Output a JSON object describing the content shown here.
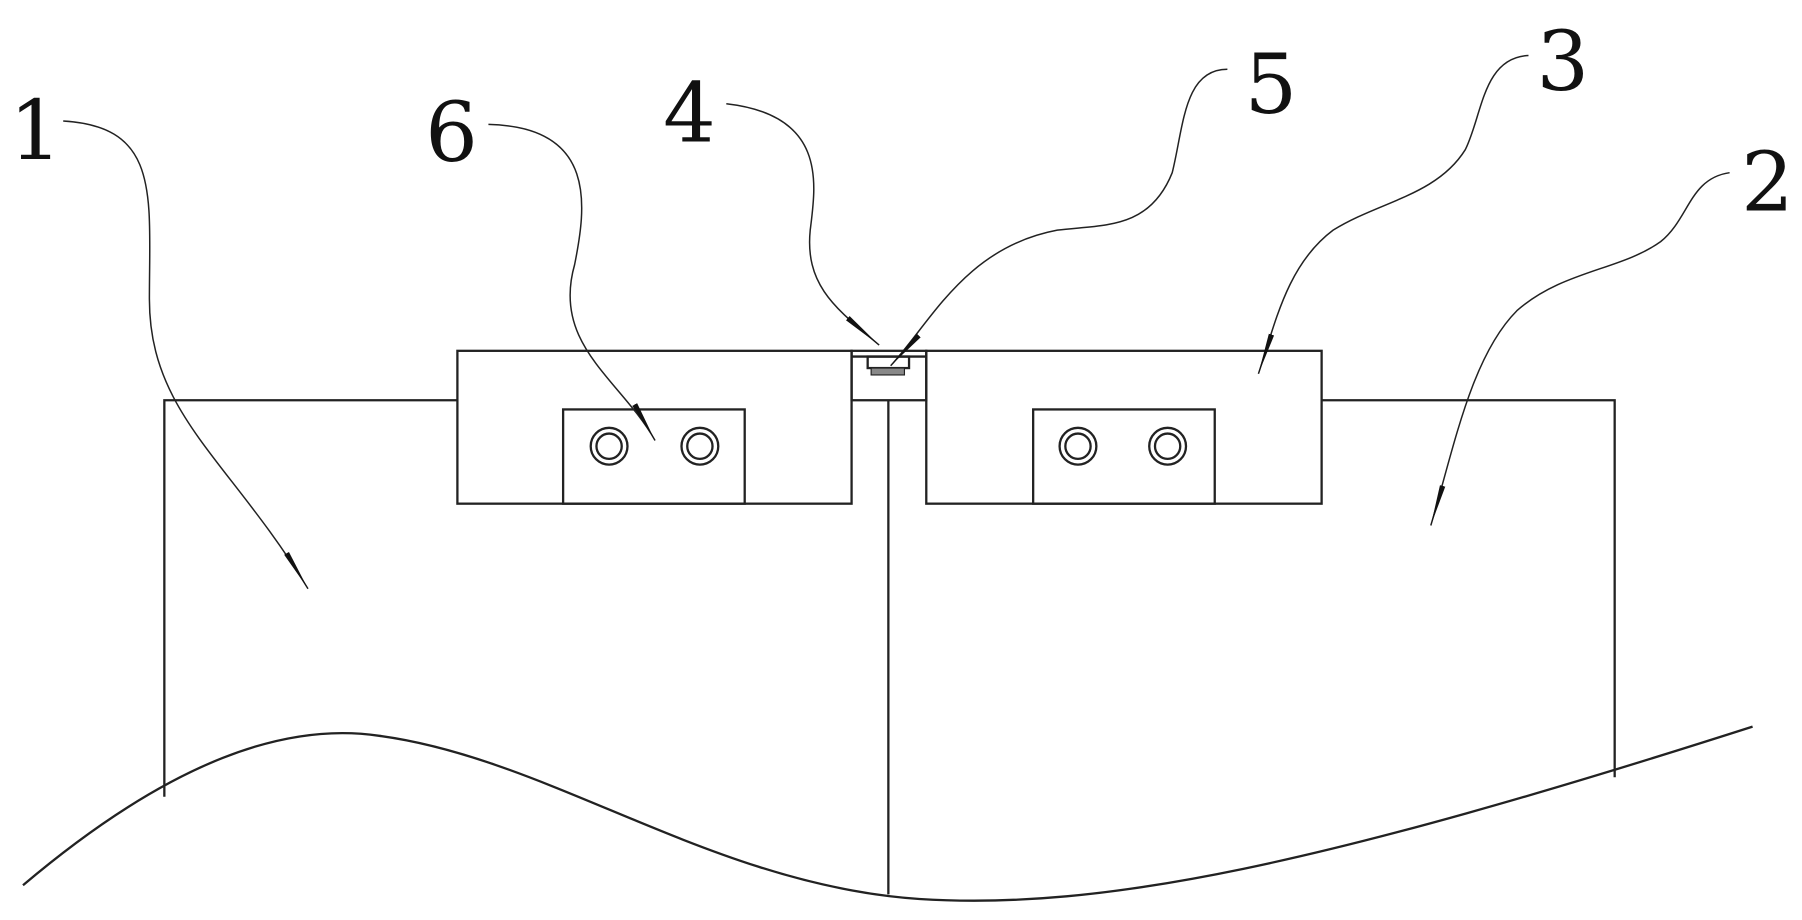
{
  "figure": {
    "labels": [
      {
        "id": "1",
        "text": "1"
      },
      {
        "id": "2",
        "text": "2"
      },
      {
        "id": "3",
        "text": "3"
      },
      {
        "id": "4",
        "text": "4"
      },
      {
        "id": "5",
        "text": "5"
      },
      {
        "id": "6",
        "text": "6"
      }
    ],
    "colors": {
      "line": "#222222",
      "fill_part5": "#888888",
      "background": "#ffffff"
    }
  }
}
